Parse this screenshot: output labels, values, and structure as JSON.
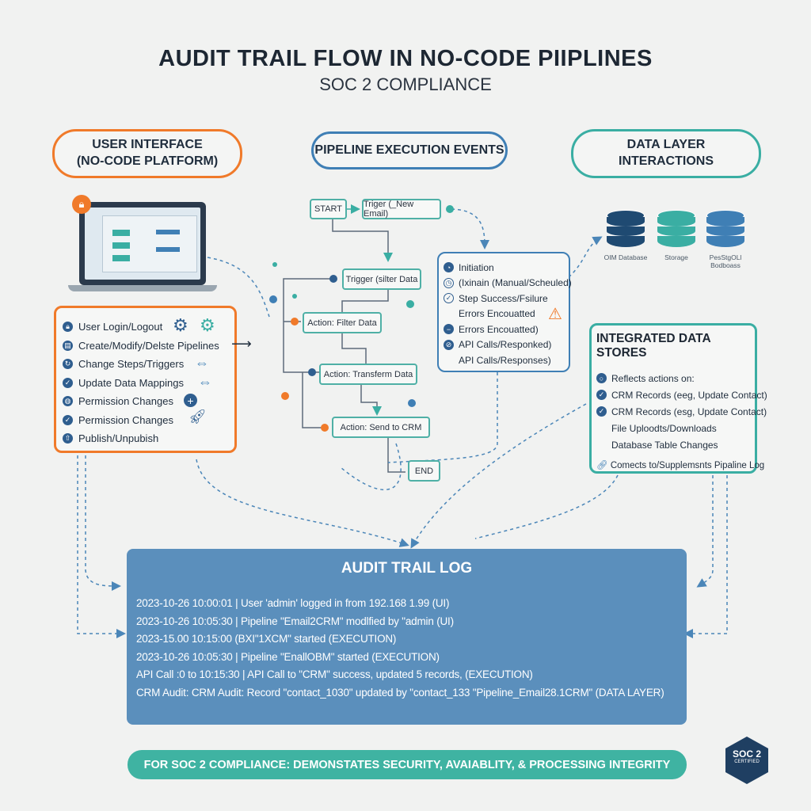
{
  "header": {
    "title": "AUDIT TRAIL FLOW IN NO-CODE PIIPLINES",
    "subtitle": "SOC 2 COMPLIANCE"
  },
  "sections": {
    "ui": "USER INTERFACE\n(NO-CODE PLATFORM)",
    "pipeline": "PIPELINE EXECUTION EVENTS",
    "data": "DATA LAYER\nINTERACTIONS"
  },
  "ui_events": [
    {
      "label": "User Login/Logout",
      "icon": "lock-icon"
    },
    {
      "label": "Create/Modify/Delste Pipelines",
      "icon": "pipeline-icon"
    },
    {
      "label": "Change Steps/Triggers",
      "icon": "steps-icon"
    },
    {
      "label": "Update Data Mappings",
      "icon": "check-icon"
    },
    {
      "label": "Permission Changes",
      "icon": "globe-icon"
    },
    {
      "label": "Permission Changes",
      "icon": "check-icon"
    },
    {
      "label": "Publish/Unpubish",
      "icon": "upload-icon"
    }
  ],
  "flow": {
    "start": "START",
    "trigger": "Triger (_New Email)",
    "trigger2": "Trigger (silter Data",
    "filter": "Action: Filter Data",
    "transform": "Action: Transferm Data",
    "send": "Action: Send to CRM",
    "end": "END"
  },
  "execution_events": [
    {
      "label": "Initiation",
      "icon": "clock-icon"
    },
    {
      "label": "(Ixinain (Manual/Scheuled)",
      "icon": "timer-icon"
    },
    {
      "label": "Step Success/Fsilure",
      "icon": "checkmark-icon"
    },
    {
      "label": "Errors Encouatted",
      "icon": "warning-icon"
    },
    {
      "label": "Errors Encouatted)",
      "icon": "error-icon"
    },
    {
      "label": "API Calls/Responked)",
      "icon": "api-icon"
    },
    {
      "label": "API Calls/Responses)",
      "icon": ""
    }
  ],
  "databases": [
    {
      "label": "OIM Database",
      "color": "#1f4a72"
    },
    {
      "label": "Storage",
      "color": "#3aaea3"
    },
    {
      "label": "PesStgOLl Bodboass",
      "color": "#3f7fb5"
    }
  ],
  "data_stores": {
    "title": "INTEGRATED DATA STORES",
    "items": [
      "Reflects actions on:",
      "CRM Records (eeg, Update Contact)",
      "CRM Records (esg, Update Contact)",
      "File Uploodts/Downloads",
      "Database Table Changes"
    ],
    "footer": "Comects to/Supplemsnts Pipaline Log"
  },
  "log": {
    "title": "AUDIT TRAIL LOG",
    "lines": [
      "2023-10-26 10:00:01 | User 'admin' logged in from 192.168 1.99 (UI)",
      "2023-10-26 10:05:30 | Pipeline \"Email2CRM\"  modlfied by \"admin (UI)",
      "2023-15.00 10:15:00 (BXI\"1XCM\" started (EXECUTION)",
      "2023-10-26 10:05:30 | Pipeline \"EnallOBM\" started (EXECUTION)",
      "API Call :0 to 10:15:30 | API Call to \"CRM\" success, updated 5 records, (EXECUTION)",
      "CRM Audit: CRM Audit: Record \"contact_1030\" updated by \"contact_133 \"Pipeline_Email28.1CRM\" (DATA LAYER)"
    ]
  },
  "banner": "FOR SOC 2 COMPLIANCE: DEMONSTATES SECURITY, AVAIABLITY, & PROCESSING INTEGRITY",
  "badge": {
    "title": "SOC 2",
    "subtitle": "CERTIFIED"
  },
  "colors": {
    "orange": "#f07a2a",
    "blue": "#3f7fb5",
    "teal": "#3aaea3",
    "navy": "#1f4a72",
    "log": "#5b8fbc"
  }
}
